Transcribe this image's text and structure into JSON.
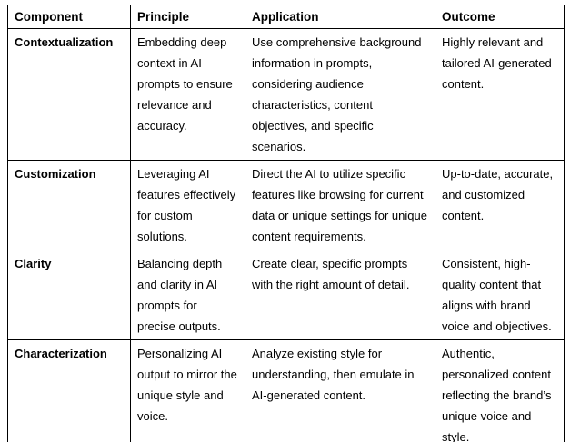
{
  "colors": {
    "table_border": "#000000",
    "text": "#000000",
    "background": "#ffffff"
  },
  "table": {
    "headers": [
      "Component",
      "Principle",
      "Application",
      "Outcome"
    ],
    "rows": [
      {
        "component": "Contextualization",
        "principle": "Embedding deep context in AI prompts to ensure relevance and accuracy.",
        "application": "Use comprehensive background information in prompts, considering audience characteristics, content objectives, and specific scenarios.",
        "outcome": "Highly relevant and tailored AI-generated content."
      },
      {
        "component": "Customization",
        "principle": "Leveraging AI features effectively for custom solutions.",
        "application": "Direct the AI to utilize specific features like browsing for current data or unique settings for unique content requirements.",
        "outcome": "Up-to-date, accurate, and customized content."
      },
      {
        "component": "Clarity",
        "principle": "Balancing depth and clarity in AI prompts for precise outputs.",
        "application": "Create clear, specific prompts with the right amount of detail.",
        "outcome": "Consistent, high-quality content that aligns with brand voice and objectives."
      },
      {
        "component": "Characterization",
        "principle": "Personalizing AI output to mirror the unique style and voice.",
        "application": "Analyze existing style for understanding, then emulate in AI-generated content.",
        "outcome": "Authentic, personalized content reflecting the brand’s unique voice and style."
      }
    ]
  }
}
